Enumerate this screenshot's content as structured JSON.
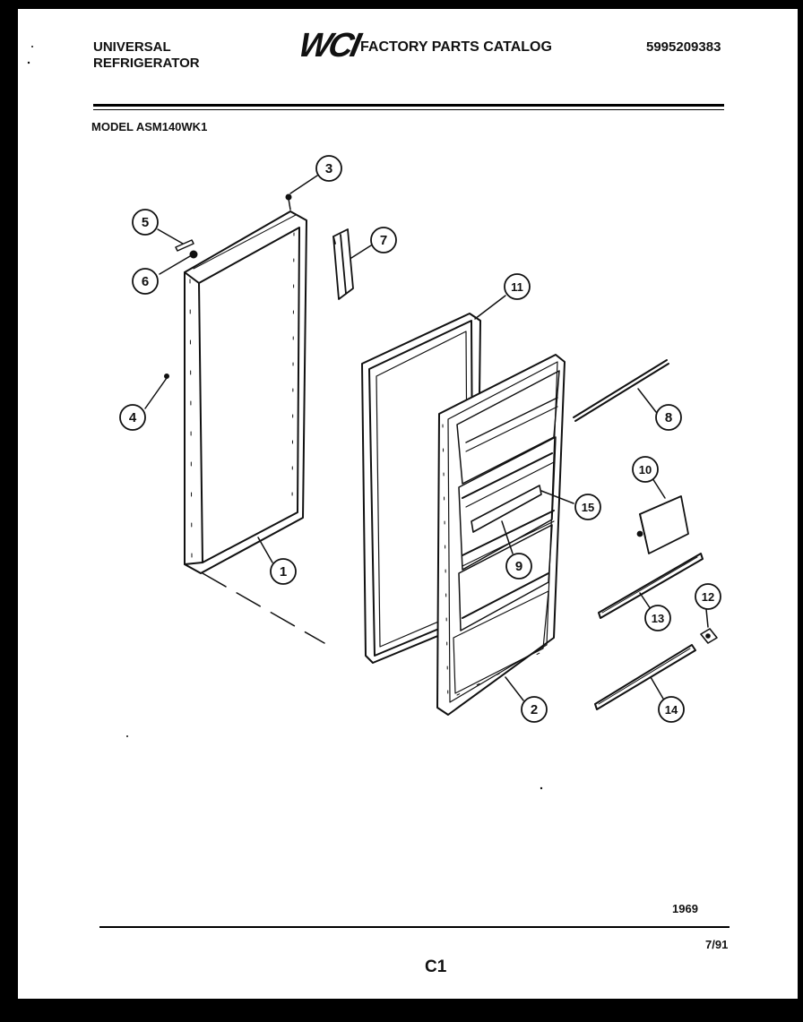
{
  "header": {
    "brand_line1": "UNIVERSAL",
    "brand_line2": "REFRIGERATOR",
    "logo_text": "WCI",
    "catalog_title": "FACTORY PARTS CATALOG",
    "catalog_number": "5995209383"
  },
  "model": {
    "label": "MODEL ASM140WK1"
  },
  "callouts": [
    "1",
    "2",
    "3",
    "4",
    "5",
    "6",
    "7",
    "8",
    "9",
    "10",
    "11",
    "12",
    "13",
    "14",
    "15"
  ],
  "footer": {
    "drawing_number": "1969",
    "date": "7/91",
    "page_code": "C1"
  },
  "colors": {
    "ink": "#111111",
    "paper": "#ffffff",
    "border": "#000000"
  }
}
